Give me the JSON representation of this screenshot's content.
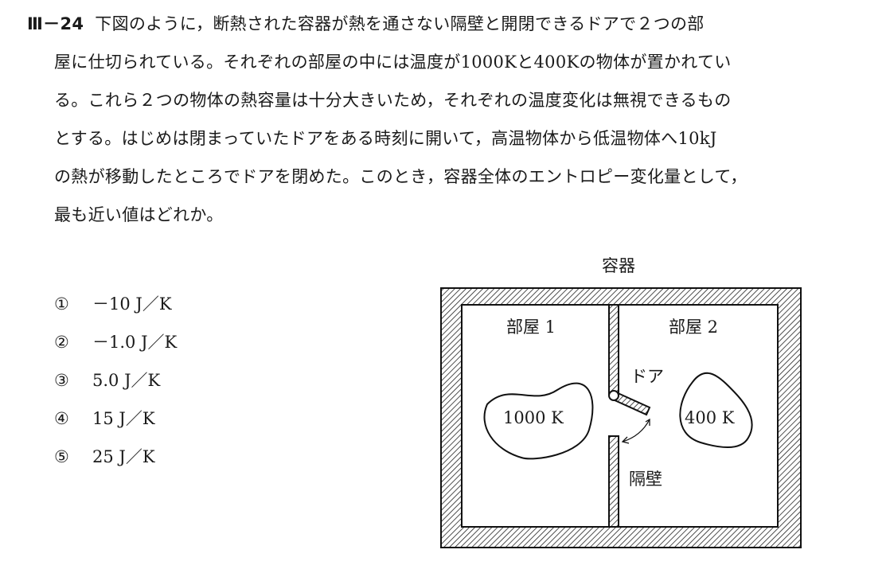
{
  "question": {
    "number": "Ⅲ－24",
    "lines": [
      "下図のように，断熱された容器が熱を通さない隔壁と開閉できるドアで２つの部",
      "屋に仕切られている。それぞれの部屋の中には温度が1000Kと400Kの物体が置かれてい",
      "る。これら２つの物体の熱容量は十分大きいため，それぞれの温度変化は無視できるもの",
      "とする。はじめは閉まっていたドアをある時刻に開いて，高温物体から低温物体へ10kJ",
      "の熱が移動したところでドアを閉めた。このとき，容器全体のエントロピー変化量として，",
      "最も近い値はどれか。"
    ]
  },
  "options": [
    {
      "mark": "①",
      "text": "－10 J／K"
    },
    {
      "mark": "②",
      "text": "－1.0 J／K"
    },
    {
      "mark": "③",
      "text": "5.0 J／K"
    },
    {
      "mark": "④",
      "text": "15 J／K"
    },
    {
      "mark": "⑤",
      "text": "25 J／K"
    }
  ],
  "figure": {
    "container_label": "容器",
    "room1_label": "部屋 1",
    "room2_label": "部屋 2",
    "door_label": "ドア",
    "wall_label": "隔壁",
    "hot_object": "1000 K",
    "cold_object": "400 K"
  }
}
